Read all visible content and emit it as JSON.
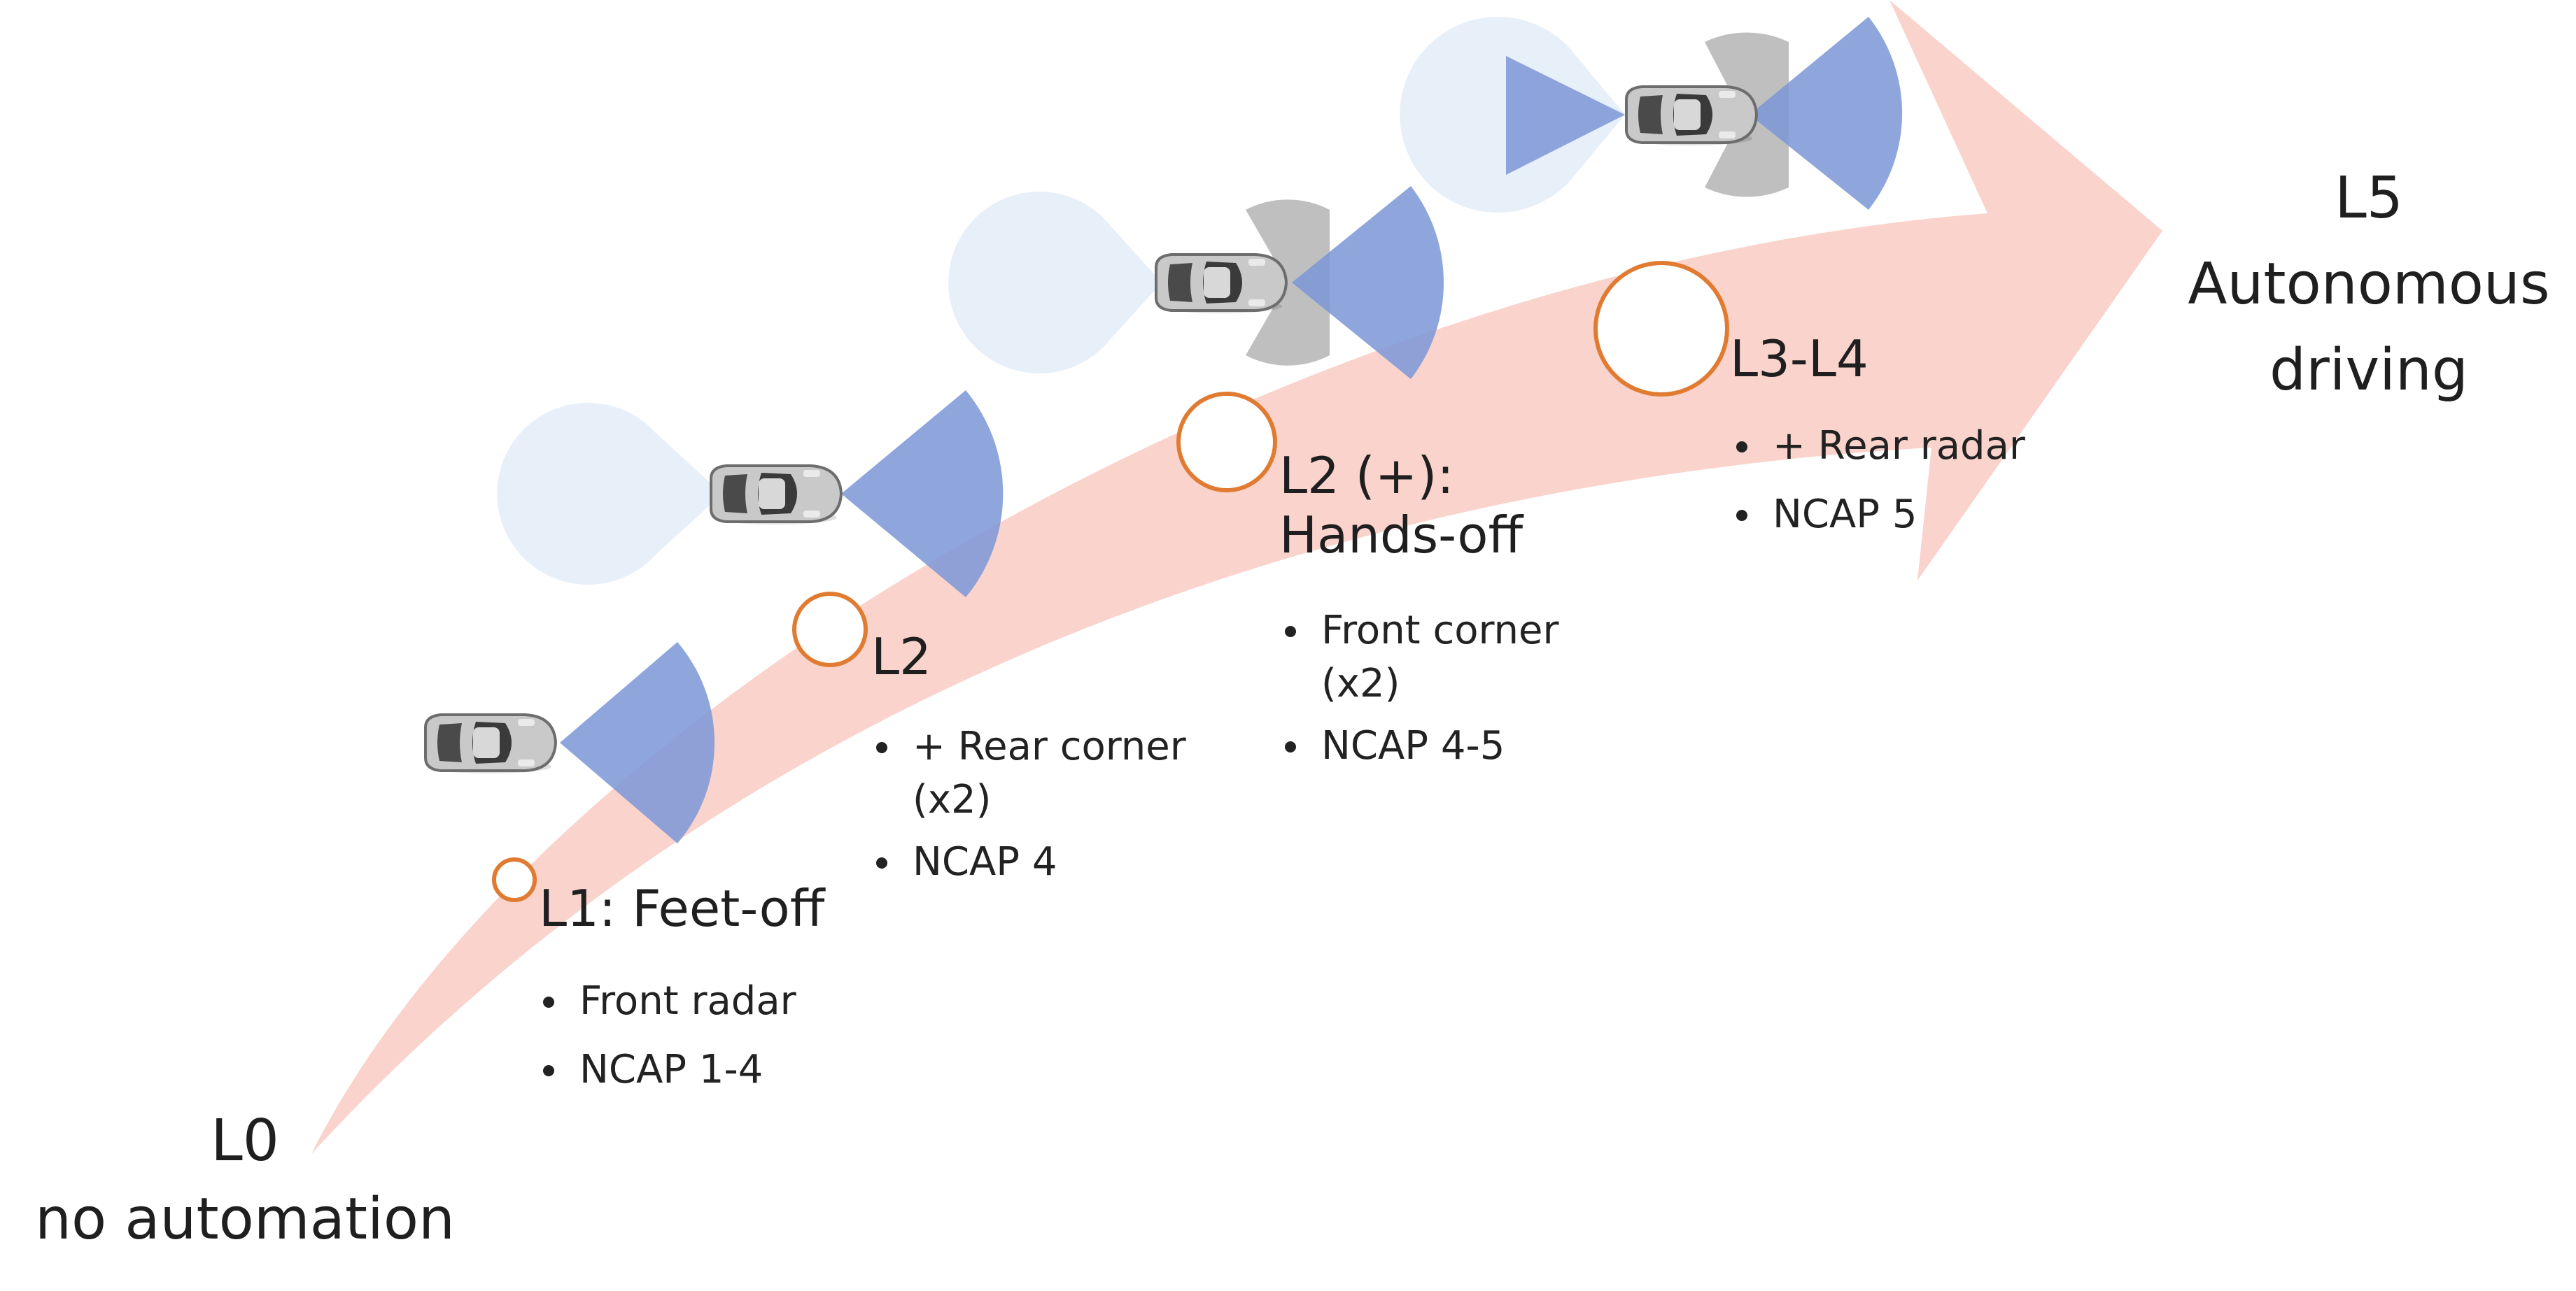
{
  "colors": {
    "arrow": "#f9d3cc",
    "beam_blue": "#7b97d6",
    "beam_grey": "#a9a9a9",
    "beam_light": "#e6eef9",
    "ring": "#e07b31",
    "car_body": "#bdbdbd"
  },
  "icons": [
    "car-icon",
    "radar-beam-icon",
    "maturity-circle-icon",
    "growth-arrow-icon"
  ],
  "start": {
    "level": "L0",
    "label": "no automation"
  },
  "end": {
    "level": "L5",
    "line1": "Autonomous",
    "line2": "driving"
  },
  "stages": [
    {
      "title": "L1: Feet-off",
      "bullets": [
        "Front radar",
        "NCAP 1-4"
      ]
    },
    {
      "title": "L2",
      "bullets": [
        "+ Rear corner",
        "(x2)",
        "NCAP 4"
      ]
    },
    {
      "title_line1": "L2 (+):",
      "title_line2": "Hands-off",
      "bullets": [
        "Front corner",
        "(x2)",
        "NCAP 4-5"
      ]
    },
    {
      "title": "L3-L4",
      "bullets": [
        "+ Rear radar",
        "NCAP 5"
      ]
    }
  ]
}
